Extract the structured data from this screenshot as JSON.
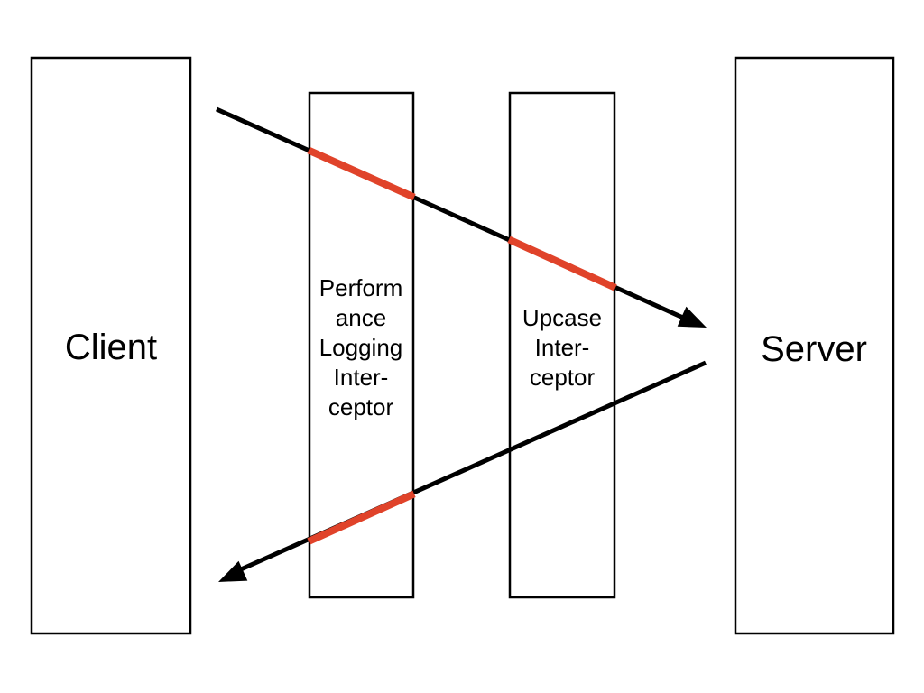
{
  "canvas": {
    "background": "#ffffff"
  },
  "diagram": {
    "kind": "interceptor-flow-diagram",
    "colors": {
      "box_border": "#000000",
      "flow_line": "#000000",
      "intercept_highlight": "#e0432a",
      "text": "#000000"
    },
    "nodes": {
      "client": {
        "label": "Client"
      },
      "performance_interceptor": {
        "lines": [
          "Perform",
          "ance",
          "Logging",
          "Inter-",
          "ceptor"
        ]
      },
      "upcase_interceptor": {
        "lines": [
          "Upcase",
          "Inter-",
          "ceptor"
        ]
      },
      "server": {
        "label": "Server"
      }
    },
    "edges": [
      {
        "name": "request",
        "from": "client",
        "to": "server"
      },
      {
        "name": "response",
        "from": "server",
        "to": "client"
      }
    ]
  }
}
